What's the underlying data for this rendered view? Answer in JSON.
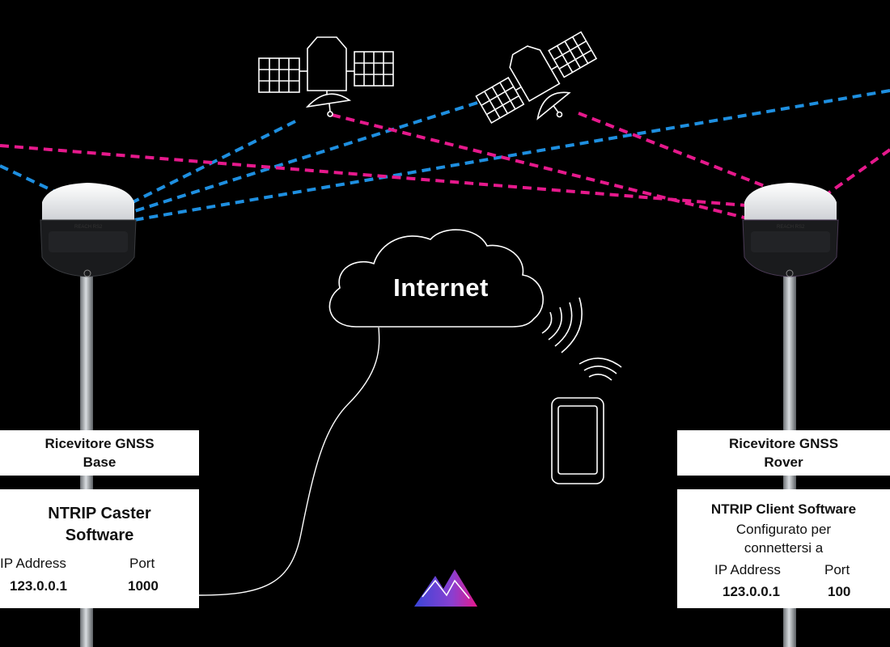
{
  "cloud": {
    "label": "Internet"
  },
  "base": {
    "receiver_line1": "Ricevitore GNSS",
    "receiver_line2": "Base",
    "software_line1": "NTRIP Caster",
    "software_line2": "Software",
    "ip_label": "IP Address",
    "port_label": "Port",
    "ip_value": "123.0.0.1",
    "port_value": "1000"
  },
  "rover": {
    "receiver_line1": "Ricevitore GNSS",
    "receiver_line2": "Rover",
    "software_title": "NTRIP Client Software",
    "config_line1": "Configurato per",
    "config_line2": "connettersi a",
    "ip_label": "IP Address",
    "port_label": "Port",
    "ip_value": "123.0.0.1",
    "port_value": "100"
  },
  "device_brand": "REACH RS2",
  "colors": {
    "gnss_signal_blue": "#1e8fe0",
    "correction_magenta": "#e6198c",
    "background": "#000000"
  }
}
